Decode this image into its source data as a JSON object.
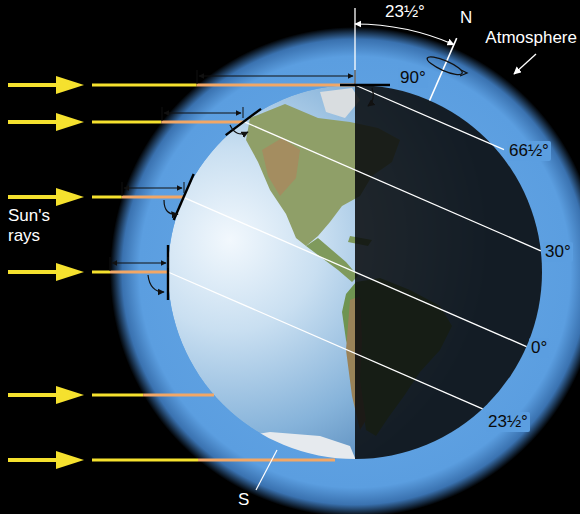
{
  "diagram": {
    "labels": [
      "23½°",
      "N",
      "Atmosphere",
      "90°",
      "66½°",
      "Sun's rays",
      "30°",
      "0°",
      "23½°",
      "S"
    ]
  }
}
